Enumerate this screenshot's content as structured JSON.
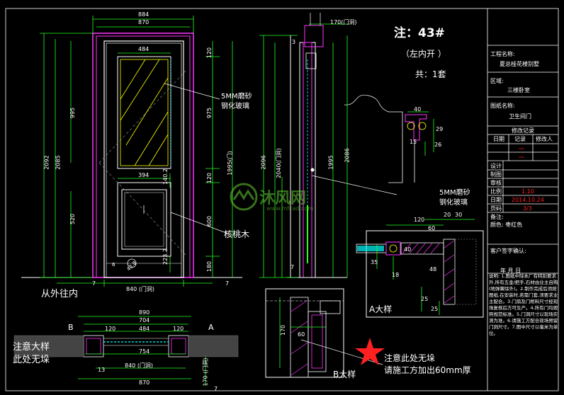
{
  "note": {
    "title": "注：43#",
    "open": "（左内开 ）",
    "count": "共：1套"
  },
  "labels": {
    "outside_in": "从外往内",
    "sample_a": "A大样",
    "sample_b": "B大样",
    "attention_left": "注意大样\n此处无垛",
    "attention_right": "注意此处无垛\n请施工方加出60mm厚",
    "glass_1": "5MM磨砂\n钢化玻璃",
    "glass_2": "5MM磨砂\n钢化玻璃",
    "walnut": "核桃木",
    "mark_a": "A",
    "mark_b": "B",
    "mark_3": "3",
    "dim_top_170": "170(门洞)",
    "watermark": "沐风网",
    "watermark_url": "www.mfcad.com"
  },
  "title_block": {
    "project_label": "工程名称:",
    "project_value": "夏总桂花楼别墅",
    "area_label": "区域:",
    "area_value": "三楼卧室",
    "drawing_label": "图纸名称:",
    "drawing_value": "卫生间门",
    "rev_header": "修改记录",
    "rev_cols": [
      "日期",
      "记录",
      "修改人"
    ],
    "sign_rows": [
      {
        "label": "设计",
        "value": ""
      },
      {
        "label": "制图",
        "value": ""
      },
      {
        "label": "审核",
        "value": ""
      },
      {
        "label": "比例",
        "value": "1:10"
      },
      {
        "label": "日期",
        "value": "2014.10.24"
      },
      {
        "label": "页码",
        "value": "3/3"
      }
    ],
    "remark_label": "备注:",
    "color_label": "颜色: 枣红色",
    "client_label": "客户签字确认:",
    "date_label": "年    月    日",
    "notes": "说明: 1.图纸中除本厂有特别要求外,所有五金/把手,石材由业主自购(地弹簧除外)。2.制作完成后须按图纸,在安装时,若需门套,须要求业主配合。3.门扇及门框料尺寸经现场复核后方可生产。4.所有门均按照规范标准。5.门洞尺寸以现场实测为准。6.请施工方配合现场预留门洞尺寸。7.图中尺寸以毫米为单位。"
  },
  "dims": {
    "elev_w_outer": "884",
    "elev_w_inner": "870",
    "glass_w": "484",
    "panel_w": "394",
    "opening_840": "840 (门洞)",
    "h_total_2092": "2092",
    "h_2085": "2085",
    "h_995": "995",
    "h_520": "520",
    "right_120a": "120",
    "right_975": "975",
    "right_120b": "120",
    "right_600": "600",
    "right_180": "180",
    "right_1995": "1995(门)",
    "left_7": "7",
    "right_7": "7",
    "r_1402": "140.2",
    "r_2232": "223.2",
    "sec_2096": "2096",
    "sec_2040": "2040(门洞)",
    "sec_1995": "1995",
    "sec_2086": "2086",
    "sec_7": "7",
    "plan_890": "890",
    "plan_704": "704",
    "plan_120a": "120",
    "plan_484": "484",
    "plan_120b": "120",
    "plan_754": "754",
    "plan_840": "840 (门洞)",
    "plan_870": "870",
    "plan_170": "170 (门洞)",
    "plan_7": "7",
    "plan_13": "13",
    "b_170": "170",
    "b_60": "60",
    "a_120": "120",
    "a_20": "20",
    "a_30": "30",
    "a_60": "60",
    "a_40": "40",
    "a_35": "35",
    "a_18": "18",
    "a_25": "25",
    "a_48": "48",
    "a_25b": "25",
    "d_40": "40",
    "d_29": "29",
    "d_26": "26",
    "d_15": "15",
    "r_6": "6",
    "r_43": "43.8"
  },
  "colors": {
    "background": "#000000",
    "frame": "#ff33ff",
    "door": "#ffffff",
    "dim": "#22ff22",
    "glass": "#ffff00",
    "panel": "#e6e6e6",
    "cyan": "#00ffff",
    "red": "#ff2020",
    "watermark": "#66cc33"
  }
}
